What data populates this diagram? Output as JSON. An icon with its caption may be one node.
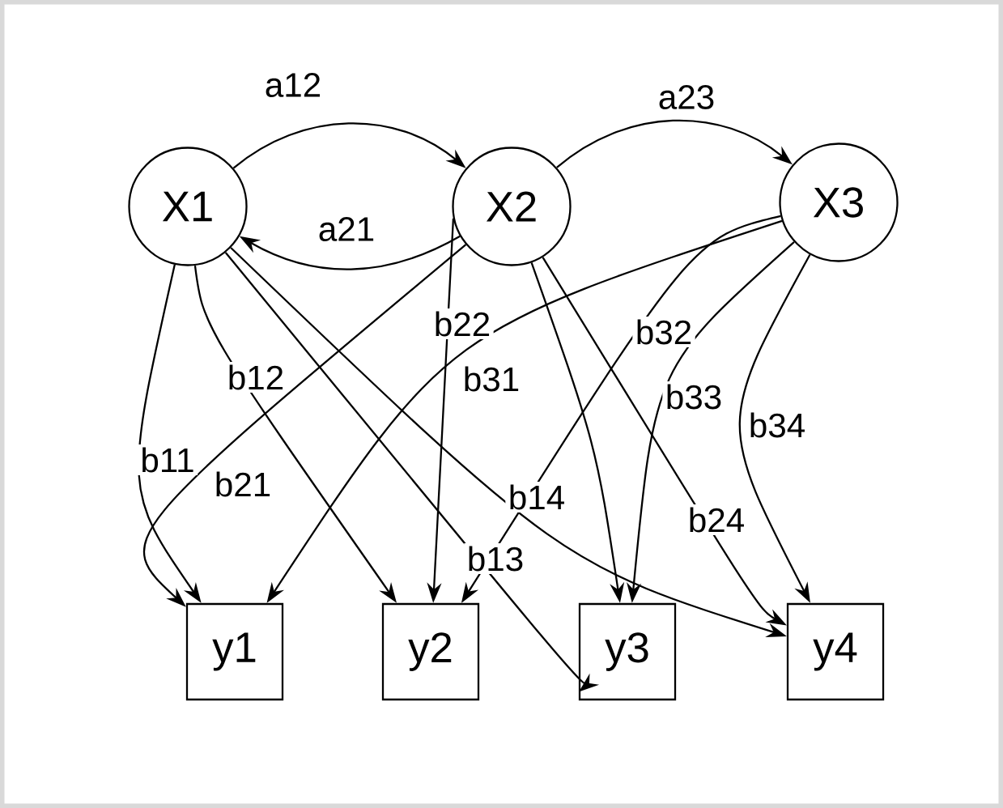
{
  "diagram": {
    "nodes": [
      {
        "text": [
          "X1"
        ]
      },
      {
        "text": [
          "X2"
        ]
      },
      {
        "text": [
          "X3"
        ]
      },
      {
        "text": [
          "y1"
        ]
      },
      {
        "text": [
          "y2"
        ]
      },
      {
        "text": [
          "y3"
        ]
      },
      {
        "text": [
          "y4"
        ]
      }
    ],
    "edges": [
      {
        "from": 0,
        "to": 1,
        "arrow": "to",
        "label": "a12"
      },
      {
        "from": 1,
        "to": 0,
        "arrow": "to",
        "label": "a21"
      },
      {
        "from": 1,
        "to": 2,
        "arrow": "to",
        "label": "a23"
      },
      {
        "from": 0,
        "to": 3,
        "arrow": "to",
        "label": "b11"
      },
      {
        "from": 0,
        "to": 4,
        "arrow": "to",
        "label": "b12"
      },
      {
        "from": 0,
        "to": 5,
        "arrow": "to",
        "label": "b13"
      },
      {
        "from": 0,
        "to": 6,
        "arrow": "to",
        "label": "b14"
      },
      {
        "from": 1,
        "to": 3,
        "arrow": "to",
        "label": "b21"
      },
      {
        "from": 1,
        "to": 4,
        "arrow": "to",
        "label": "b22"
      },
      {
        "from": 1,
        "to": 5,
        "arrow": "to"
      },
      {
        "from": 1,
        "to": 6,
        "arrow": "to",
        "label": "b24"
      },
      {
        "from": 2,
        "to": 3,
        "arrow": "to",
        "label": "b31"
      },
      {
        "from": 2,
        "to": 4,
        "arrow": "to",
        "label": "b32"
      },
      {
        "from": 2,
        "to": 5,
        "arrow": "to",
        "label": "b33"
      },
      {
        "from": 2,
        "to": 6,
        "arrow": "to",
        "label": "b34"
      }
    ]
  }
}
